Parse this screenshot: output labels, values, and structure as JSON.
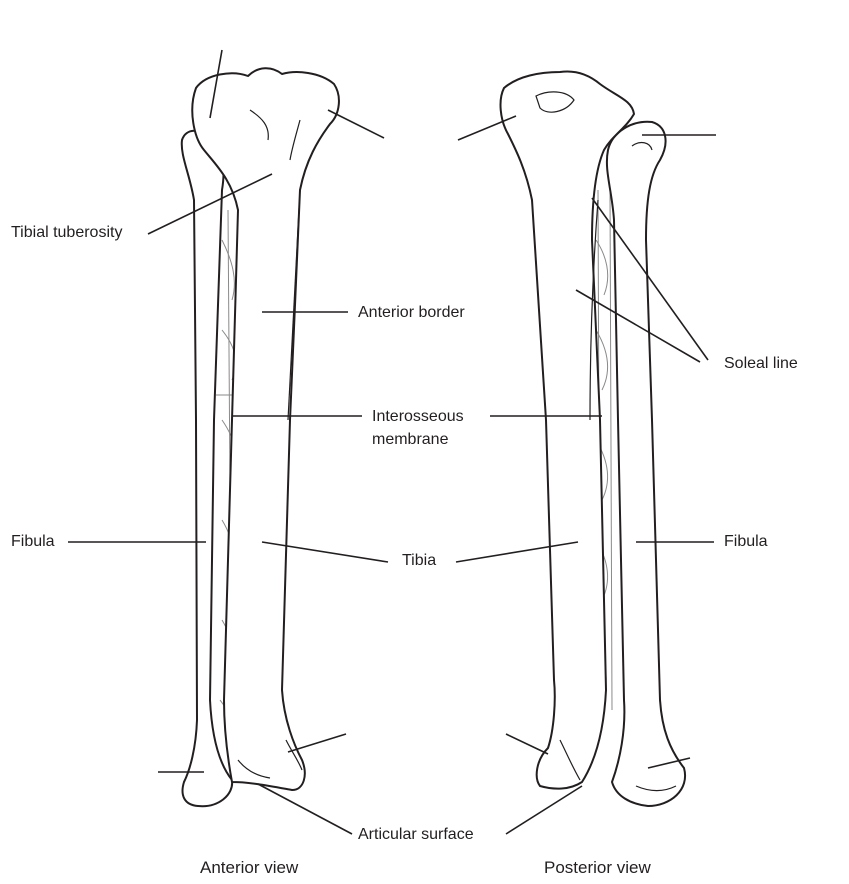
{
  "labels": {
    "tibial_tuberosity": "Tibial tuberosity",
    "anterior_border": "Anterior border",
    "soleal_line": "Soleal line",
    "interosseous_line1": "Interosseous",
    "interosseous_line2": "membrane",
    "fibula_left": "Fibula",
    "tibia": "Tibia",
    "fibula_right": "Fibula",
    "articular_surface": "Articular surface"
  },
  "captions": {
    "anterior": "Anterior view",
    "posterior": "Posterior view"
  }
}
